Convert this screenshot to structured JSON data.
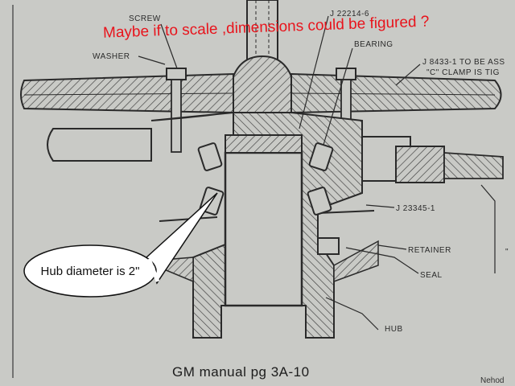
{
  "annotation": "Maybe if to scale ,dimensions could be figured ?",
  "callout": "Hub diameter is 2\"",
  "caption": "GM manual pg 3A-10",
  "watermark": "Nehod",
  "labels": {
    "screw": "SCREW",
    "washer": "WASHER",
    "j22214": "J 22214-6",
    "bearing": "BEARING",
    "j8433_line1": "J 8433-1 TO BE ASS",
    "j8433_line2": "\"C\" CLAMP IS TIG",
    "j23345": "J 23345-1",
    "retainer": "RETAINER",
    "seal": "SEAL",
    "hub": "HUB",
    "edge_mark": "\""
  },
  "colors": {
    "paper": "#c9cac6",
    "ink": "#2a2a2a",
    "handwriting": "#e8141c",
    "callout_fill": "#ffffff"
  }
}
